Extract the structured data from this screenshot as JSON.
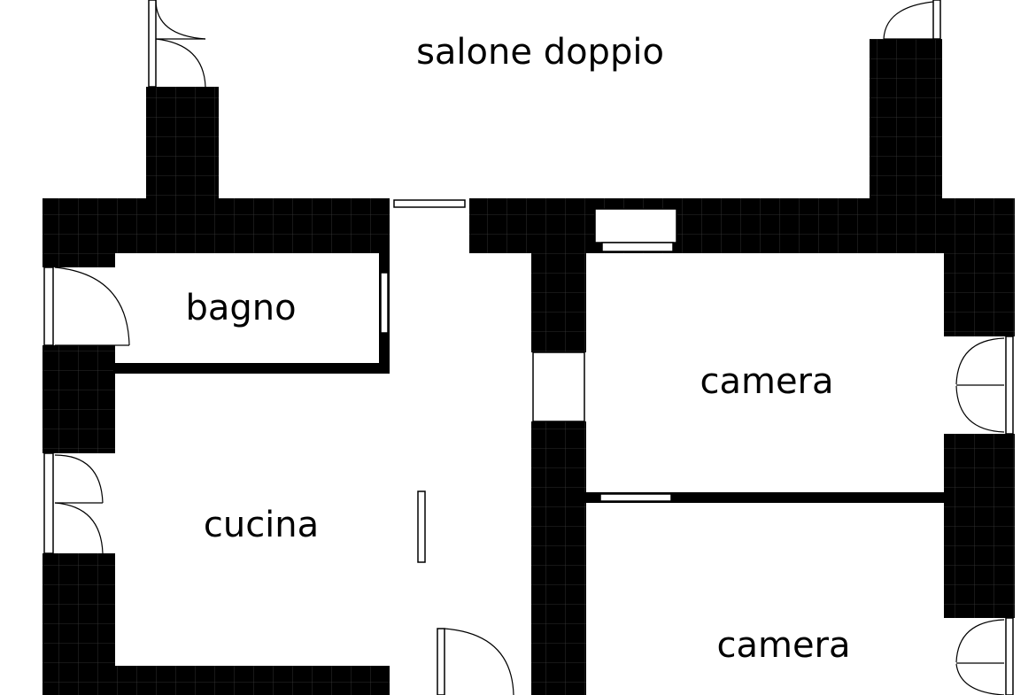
{
  "rooms": {
    "salone": "salone doppio",
    "bagno": "bagno",
    "cucina": "cucina",
    "camera_1": "camera",
    "camera_2": "camera"
  },
  "colors": {
    "wall": "#000000",
    "background": "#ffffff"
  }
}
